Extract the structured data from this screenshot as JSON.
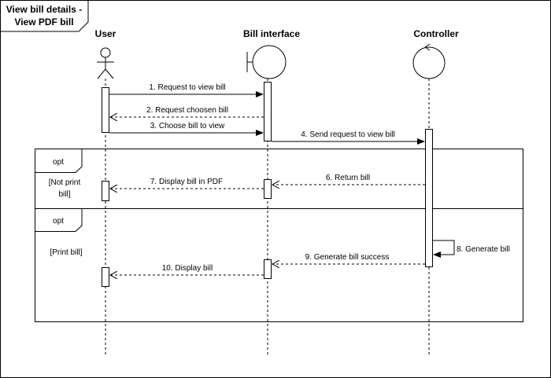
{
  "frame": {
    "title_line1": "View bill details -",
    "title_line2": "View PDF bill"
  },
  "lifelines": {
    "user": "User",
    "bill_interface": "Bill interface",
    "controller": "Controller"
  },
  "messages": {
    "m1": "1. Request to view bill",
    "m2": "2. Request choosen bill",
    "m3": "3. Choose bill to view",
    "m4": "4. Send request to view bill",
    "m6": "6. Return bill",
    "m7": "7. Display bill in PDF",
    "m8": "8. Generate bill",
    "m9": "9. Generate bill success",
    "m10": "10. Display bill"
  },
  "fragments": {
    "opt1": {
      "keyword": "opt",
      "guard_line1": "[Not print",
      "guard_line2": "bill]"
    },
    "opt2": {
      "keyword": "opt",
      "guard": "[Print bill]"
    }
  }
}
